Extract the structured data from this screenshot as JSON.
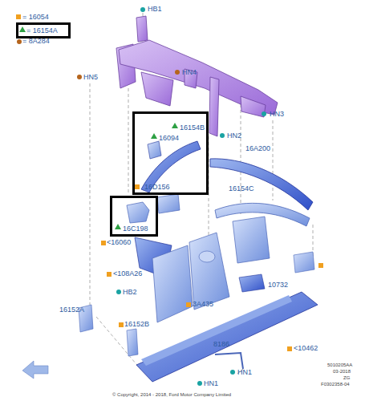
{
  "diagram": {
    "nodes": [
      {
        "text": [
          "= 16154A"
        ]
      },
      {
        "text": [
          "16154B",
          "16094",
          "16D156"
        ]
      },
      {
        "text": [
          "16C198"
        ]
      }
    ],
    "labels": [
      "HB1",
      "HN5",
      "HN4",
      "HN3",
      "HN2",
      "16A200",
      "16154C",
      "<16060",
      "<108A26",
      "HB2",
      "3A435",
      "10732",
      "16152A",
      "16152B",
      "8186",
      "<10462",
      "HN1",
      "HN1",
      "5010205AA",
      "03-2018",
      "ZG",
      "F0302358-04",
      "© Copyright, 2014 - 2018, Ford Motor Company Limited"
    ],
    "legend": [
      {
        "text": "= 16054"
      },
      {
        "text": "= 8A284"
      }
    ]
  }
}
